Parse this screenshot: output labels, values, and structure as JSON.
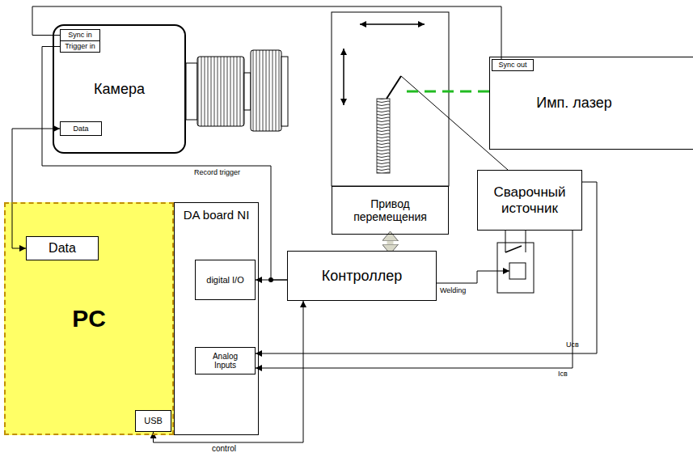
{
  "diagram": {
    "nodes": [
      {
        "text": [
          "Камера"
        ]
      },
      {
        "text": [
          "Sync in"
        ],
        "in": 0
      },
      {
        "text": [
          "Trigger in"
        ],
        "in": 0
      },
      {
        "text": [
          "Data"
        ],
        "in": 0
      },
      {
        "text": [
          "Имп. лазер"
        ]
      },
      {
        "text": [
          "Sync out"
        ],
        "in": 4
      },
      {
        "text": [
          "Привод перемещения"
        ]
      },
      {
        "text": [
          "Сварочный источник"
        ]
      },
      {
        "text": [
          "PC"
        ]
      },
      {
        "text": [
          "Data"
        ],
        "in": 8
      },
      {
        "text": [
          "USB"
        ],
        "in": 8
      },
      {
        "text": [
          "DA board NI"
        ]
      },
      {
        "text": [
          "digital I/O"
        ],
        "in": 11
      },
      {
        "text": [
          "Analog Inputs"
        ],
        "in": 11
      },
      {
        "text": [
          "Контроллер"
        ]
      }
    ],
    "edges": [
      {
        "from": 5,
        "to": 1,
        "arrow": "none"
      },
      {
        "from": 3,
        "to": 9,
        "arrow": "both"
      },
      {
        "from": 6,
        "to": 14,
        "arrow": "both"
      },
      {
        "from": 14,
        "to": 12,
        "arrow": "to"
      },
      {
        "from": 14,
        "to": 2,
        "label": "Record trigger",
        "arrow": "none"
      },
      {
        "from": 7,
        "to": 13,
        "label": "Uсв",
        "arrow": "to"
      },
      {
        "from": 7,
        "to": 13,
        "label": "Iсв",
        "arrow": "to"
      },
      {
        "from": 10,
        "to": 14,
        "label": "control",
        "arrow": "both"
      }
    ],
    "labels": [
      "Welding"
    ]
  }
}
